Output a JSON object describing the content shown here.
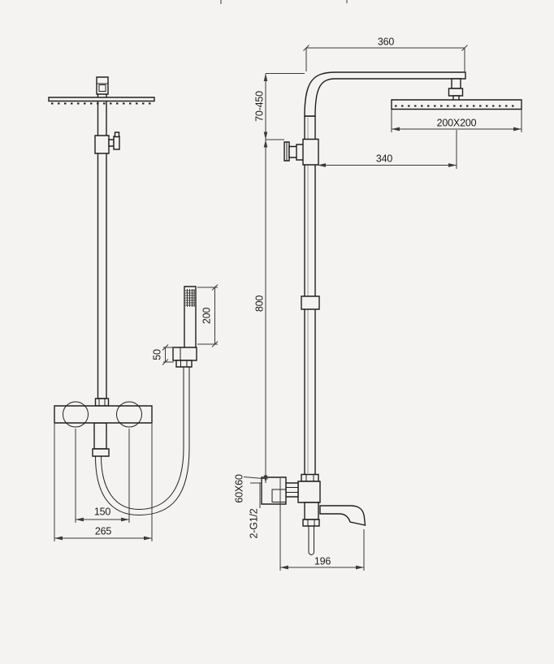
{
  "drawing": {
    "background": "#f4f3f1",
    "line_color": "#1f1f1f",
    "dim_color": "#3a3a3a",
    "views": {
      "front": {
        "dims": {
          "hand_shower_length": "200",
          "holder_height": "50",
          "inlet_centers": "150",
          "valve_body_width": "265"
        }
      },
      "side": {
        "dims": {
          "arm_length": "360",
          "head_height_range": "70-450",
          "head_size": "200X200",
          "head_offset": "340",
          "riser_height": "800",
          "handle_size": "60X60",
          "thread_spec": "2-G1/2",
          "spout_reach": "196"
        }
      }
    }
  }
}
